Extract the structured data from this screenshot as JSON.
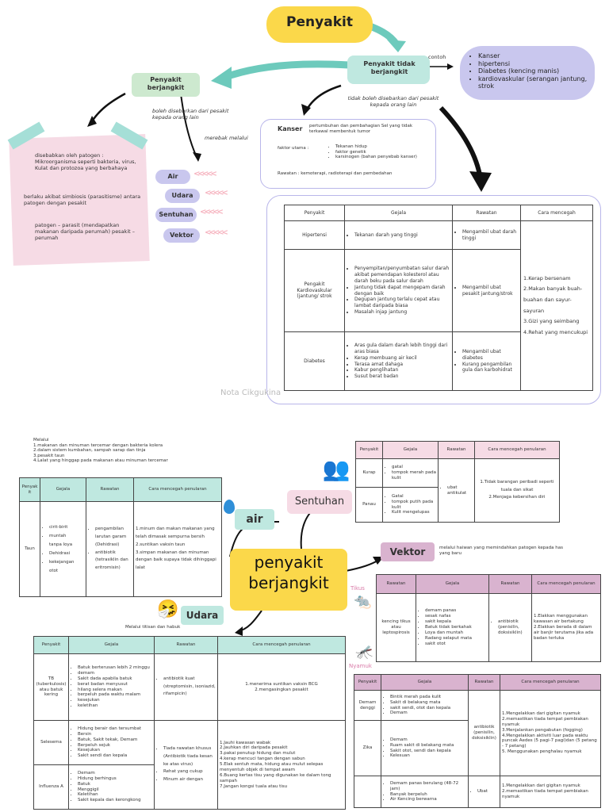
{
  "colors": {
    "yellow": "#fbd84a",
    "green": "#cde9cf",
    "teal": "#a5dfd7",
    "lavender": "#c9c7ee",
    "pink": "#f6dbe5",
    "mauve": "#d9b3cf",
    "mint": "#bfe8e0"
  },
  "top": {
    "title": "Penyakit",
    "non_comm": "Penyakit tidak berjangkit",
    "non_comm_caption": "tidak boleh disebarkan dari pesakit kepada orang lain",
    "contoh": "contoh",
    "examples": [
      "Kanser",
      "hipertensi",
      "Diabetes (kencing manis)",
      "kardiovaskular (serangan jantung, strok"
    ],
    "comm": "Penyakit berjangkit",
    "comm_caption": "boleh disebarkan dari pesakit kepada orang lain",
    "merebak": "merebak melalui",
    "modes": [
      "Air",
      "Udara",
      "Sentuhan",
      "Vektor"
    ],
    "note_lines": [
      "disebabkan oleh patogen : Mikroorganisma seperti bakteria, virus, Kulat dan protozoa yang berbahaya",
      "berlaku akibat simbiosis (parasitisme) antara patogen dengan pesakit",
      "patogen – parasit (mendapatkan makanan daripada perumah) pesakit – perumah"
    ],
    "kanser_label": "Kanser",
    "kanser_def": "pertumbuhan dan pembahagian Sel yang tidak terkawal membentuk tumor",
    "faktor_label": "faktor utama :",
    "faktor_items": [
      "Tekanan hidup",
      "faktor genetik",
      "karsinogen (bahan penyebab kanser)"
    ],
    "rawatan_line": "Rawatan : kemoterapi, radioterapi dan pembedahan",
    "watermark": "Nota Cikgukina",
    "table": {
      "headers": [
        "Penyakit",
        "Gejala",
        "Rawatan",
        "Cara mencegah"
      ],
      "rows": [
        {
          "name": "Hipertensi",
          "gejala": [
            "Tekanan darah yang tinggi"
          ],
          "rawatan": [
            "Mengambil ubat darah tinggi"
          ]
        },
        {
          "name": "Pengakit Kardiovaskular (jantung/ strok",
          "gejala": [
            "Penyempitan/penyumbatan salur darah akibat pemendapan kolesterol atau darah beku pada salur darah",
            "Jantung tidak dapat mengepam darah dengan baik",
            "Degupan jantung terlalu cepat atau lambat daripada biasa",
            "Masalah injap jantung"
          ],
          "rawatan": [
            "Mengambil ubat pesakit jantung/strok"
          ]
        },
        {
          "name": "Diabetes",
          "gejala": [
            "Aras gula dalam darah lebih tinggi dari aras biasa",
            "Kerap membuang air kecil",
            "Terasa amat dahaga",
            "Kabur penglihatan",
            "Susut berat badan"
          ],
          "rawatan": [
            "Mengambil ubat diabetes",
            "Kurang pengambilan gula dan karbohidrat"
          ]
        }
      ],
      "mencegah": [
        "1.Kerap bersenam",
        "2.Makan banyak buah-buahan dan sayur-sayuran",
        "3.Gizi yang seimbang",
        "4.Rehat yang mencukupi"
      ]
    }
  },
  "bottom": {
    "center_title": "penyakit berjangkit",
    "air_label": "air",
    "udara_label": "Udara",
    "sentuhan_label": "Sentuhan",
    "vektor_label": "Vektor",
    "vektor_desc": "melalui haiwan yang memindahkan patogen kepada has yang baru",
    "tikus": "Tikus",
    "nyamuk": "Nyamuk",
    "udara_desc": "Melalui titisan dan habuk",
    "air_notes": [
      "Melalui",
      "1.makanan dan minuman tercemar dengan bakteria kolera",
      "2.dalam sistem kumbahan, sampah sarap dan tinja",
      "3.pesakit taun",
      "4.Lalat yang hinggap pada makanan atau minuman tercemar"
    ],
    "air_table": {
      "headers": [
        "Penyak it",
        "Gejala",
        "Rawatan",
        "Cara mencegah penularan"
      ],
      "name": "Taun",
      "gejala": [
        "cirit-birit",
        "muntah",
        "tanpa loya",
        "Dehidrasi",
        "kekejangan otot"
      ],
      "rawatan": [
        "pengambilan larutan garam (Dehidrasi)",
        "antibiotik (tetrasiklin dan eritromisin)"
      ],
      "mencegah": [
        "1.minum dan makan makanan yang telah dimasak sempurna bersih",
        "2.suntikan vaksin taun",
        "3.simpan makanan dan minuman dengan baik supaya tidak dihinggapi lalat"
      ]
    },
    "sentuhan_table": {
      "headers": [
        "Penyakit",
        "Gejala",
        "Rawatan",
        "Cara mencegah penularan"
      ],
      "rows": [
        {
          "name": "Kurap",
          "gejala": [
            "gatal",
            "tompok merah pada kulit"
          ]
        },
        {
          "name": "Panau",
          "gejala": [
            "Gatal",
            "tompok putih pada kulit",
            "Kulit mengelupas"
          ]
        }
      ],
      "rawatan": [
        "ubat antikulat"
      ],
      "mencegah": [
        "1.Tidak barangan peribadi seperti tuala dan sikat",
        "2.Menjaga kebersihan diri"
      ]
    },
    "tikus_table": {
      "headers": [
        "Rawatan",
        "Gejala",
        "Rawatan",
        "Cara mencegah penularan"
      ],
      "name": "kencing tikus atau leptospirosis",
      "gejala": [
        "demam panas",
        "sesak nafas",
        "sakit kepala",
        "Batuk tidak berkahak",
        "Loya dan muntah",
        "Radang selaput mata",
        "sakit otot"
      ],
      "rawatan": [
        "antibiotik (penisilin, doksisiklin)"
      ],
      "mencegah": [
        "1.Elakkan menggunakan kawasan air bertakung",
        "2.Elakkan berada di dalam air banjir terutama jika ada badan terluka"
      ]
    },
    "udara_table": {
      "headers": [
        "Penyakit",
        "Gejala",
        "Rawatan",
        "Cara mencegah penularan"
      ],
      "rows": [
        {
          "name": "TB (tuberkulosis) atau batuk kering",
          "gejala": [
            "Batuk berterusan lebih 2 minggu",
            "demam",
            "Sakit dada apabila batuk",
            "berat badan menyusut",
            "hilang selera makan",
            "berpeluh pada waktu malam",
            "kesejukan",
            "keletihan"
          ],
          "rawatan": [
            "antibiotik kuat (streptomisin, isoniazid, rifampicin)"
          ],
          "mencegah": [
            "1.menerima suntikan vaksin BCG",
            "2.mengasingkan pesakit"
          ]
        },
        {
          "name": "Selesema",
          "gejala": [
            "Hidung berair dan tersumbat",
            "Bersin",
            "Batuk, Sakit tekak, Demam",
            "Berpeluh sejuk",
            "Kesejukan",
            "Sakit sendi dan kepala"
          ],
          "rawatan": [
            "Tiada rawatan khusus (Antibiotik tiada kesan ke atas virus)",
            "Rehat yang cukup",
            "Minum air dengan"
          ],
          "mencegah": [
            "1.Jauhi kawasan wabak",
            "2.Jauhkan diri daripada pesakit",
            "3.pakai penutup hidung dan mulut",
            "4.kerap mencuci tangan dengan sabun",
            "5.Elak sentuh mata, hidung atau mulut selepas menyentuh objek di tempat awam",
            "6.Buang kertas tisu yang digunakan ke dalam tong sampah",
            "7.Jangan kongsi tuala atau tisu"
          ]
        },
        {
          "name": "Influenza A",
          "gejala": [
            "Demam",
            "Hidung berhingus",
            "Batuk",
            "Menggigil",
            "Keletihan",
            "Sakit kepala dan kerongkong"
          ]
        }
      ]
    },
    "nyamuk_table": {
      "headers": [
        "Penyakit",
        "Gejala",
        "Rawatan",
        "Cara mencegah penularan"
      ],
      "rows": [
        {
          "name": "Demam denggi",
          "gejala": [
            "Bintik merah pada kulit",
            "Sakit di belakang mata",
            "sakit sendi, otot dan kepala",
            "Demam"
          ]
        },
        {
          "name": "Zika",
          "gejala": [
            "Demam",
            "Ruam sakit di belakang mata",
            "Sakit otot, sendi dan kepala",
            "Kelesuan"
          ]
        },
        {
          "name": "",
          "gejala": [
            "Demam panas berulang (48-72 jam)",
            "Banyak berpeluh",
            "Air Kencing berwarna"
          ]
        }
      ],
      "rawatan1": [
        "antibiotik (penisilin, doksisiklin)"
      ],
      "rawatan2": [
        "Ubat"
      ],
      "mencegah1": [
        "1.Mengelakkan dari gigitan nyamuk",
        "2.memastikan tiada tempat pembiakan nyamuk",
        "3.Menjalankan pengabutan (fogging)",
        "4.Mengelakkan aktiviti luar pada waktu puncak Aedes (5 pagi-7 pagi)dan (5 petang - 7 petang)",
        "5. Menggunakan penghalau nyamuk"
      ],
      "mencegah2": [
        "1.Mengelakkan dari gigitan nyamuk",
        "2.memastikan tiada tempat pembiakan nyamuk"
      ]
    }
  }
}
